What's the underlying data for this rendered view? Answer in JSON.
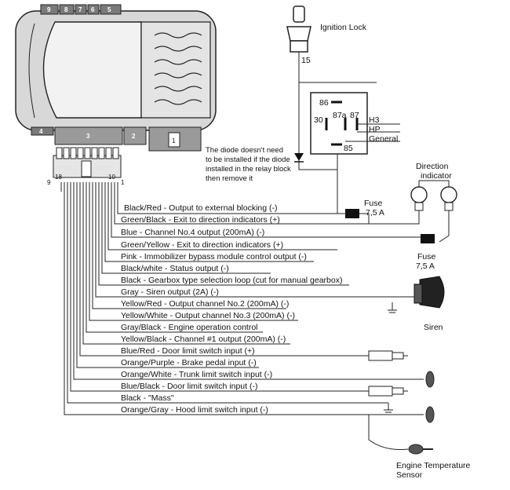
{
  "control_unit": {
    "top_tabs": [
      "9",
      "8",
      "7",
      "6",
      "5"
    ],
    "bottom_tabs": [
      "4",
      "3",
      "2",
      "1"
    ]
  },
  "connector": {
    "pin_labels": [
      "18",
      "10",
      "9",
      "1"
    ]
  },
  "wires": [
    "Black/Red - Output to external blocking (-)",
    "Green/Black - Exit to direction indicators (+)",
    "Blue - Channel No.4 output (200mA) (-)",
    "Green/Yellow - Exit to direction indicators (+)",
    "Pink - Immobilizer bypass module control output (-)",
    "Black/white - Status output (-)",
    "Black - Gearbox type selection loop (cut for manual gearbox)",
    "Gray - Siren output (2A) (-)",
    "Yellow/Red - Output channel No.2 (200mA) (-)",
    "Yellow/White - Output channel No.3 (200mA) (-)",
    "Gray/Black - Engine operation control",
    "Yellow/Black - Channel #1 output (200mA) (-)",
    "Blue/Red - Door limit switch input (+)",
    "Orange/Purple - Brake pedal input (-)",
    "Orange/White - Trunk limit switch input (-)",
    "Blue/Black - Door limit switch input (-)",
    "Black - \"Mass\"",
    "Orange/Gray - Hood limit switch input (-)"
  ],
  "components": {
    "ignition_lock": "Ignition Lock",
    "ignition_terminal": "15",
    "direction_indicator": [
      "Direction",
      "indicator"
    ],
    "fuse_1": [
      "Fuse",
      "7,5 A"
    ],
    "fuse_2": [
      "Fuse",
      "7,5 A"
    ],
    "siren": "Siren",
    "engine_temperature_sensor": [
      "Engine Temperature",
      "Sensor"
    ]
  },
  "relay": {
    "pins": [
      "86",
      "87a",
      "87",
      "30",
      "85"
    ],
    "outputs": [
      "H3",
      "HP",
      "General"
    ]
  },
  "notes": {
    "diode": [
      "The diode doesn't need",
      "to be installed if the diode",
      "installed in the relay block",
      "then remove it"
    ]
  }
}
